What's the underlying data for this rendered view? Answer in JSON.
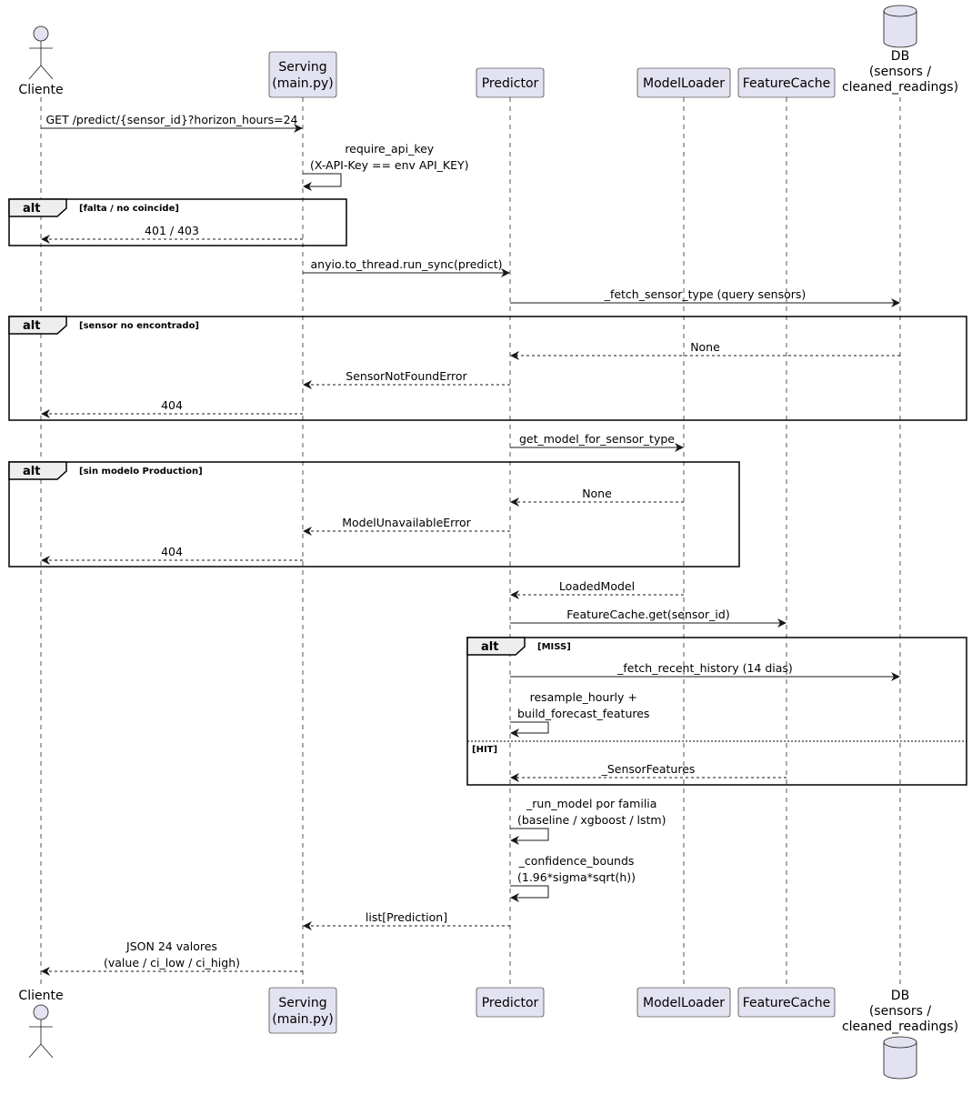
{
  "participants": [
    {
      "id": "cliente",
      "kind": "actor",
      "lines": [
        "Cliente"
      ]
    },
    {
      "id": "serving",
      "kind": "box",
      "lines": [
        "Serving",
        "(main.py)"
      ]
    },
    {
      "id": "predictor",
      "kind": "box",
      "lines": [
        "Predictor"
      ]
    },
    {
      "id": "modelloader",
      "kind": "box",
      "lines": [
        "ModelLoader"
      ]
    },
    {
      "id": "featurecache",
      "kind": "box",
      "lines": [
        "FeatureCache"
      ]
    },
    {
      "id": "db",
      "kind": "database",
      "lines": [
        "DB",
        "(sensors /",
        "cleaned_readings)"
      ]
    }
  ],
  "messages": [
    {
      "from": "cliente",
      "to": "serving",
      "style": "solid",
      "lines": [
        "GET /predict/{sensor_id}?horizon_hours=24"
      ]
    },
    {
      "from": "serving",
      "to": "serving",
      "style": "solid",
      "lines": [
        "require_api_key",
        "(X-API-Key == env API_KEY)"
      ]
    },
    {
      "from": "serving",
      "to": "cliente",
      "style": "dashed",
      "lines": [
        "401 / 403"
      ]
    },
    {
      "from": "serving",
      "to": "predictor",
      "style": "solid",
      "lines": [
        "anyio.to_thread.run_sync(predict)"
      ]
    },
    {
      "from": "predictor",
      "to": "db",
      "style": "solid",
      "lines": [
        "_fetch_sensor_type (query sensors)"
      ]
    },
    {
      "from": "db",
      "to": "predictor",
      "style": "dashed",
      "lines": [
        "None"
      ]
    },
    {
      "from": "predictor",
      "to": "serving",
      "style": "dashed",
      "lines": [
        "SensorNotFoundError"
      ]
    },
    {
      "from": "serving",
      "to": "cliente",
      "style": "dashed",
      "lines": [
        "404"
      ]
    },
    {
      "from": "predictor",
      "to": "modelloader",
      "style": "solid",
      "lines": [
        "get_model_for_sensor_type"
      ]
    },
    {
      "from": "modelloader",
      "to": "predictor",
      "style": "dashed",
      "lines": [
        "None"
      ]
    },
    {
      "from": "predictor",
      "to": "serving",
      "style": "dashed",
      "lines": [
        "ModelUnavailableError"
      ]
    },
    {
      "from": "serving",
      "to": "cliente",
      "style": "dashed",
      "lines": [
        "404"
      ]
    },
    {
      "from": "modelloader",
      "to": "predictor",
      "style": "dashed",
      "lines": [
        "LoadedModel"
      ]
    },
    {
      "from": "predictor",
      "to": "featurecache",
      "style": "solid",
      "lines": [
        "FeatureCache.get(sensor_id)"
      ]
    },
    {
      "from": "predictor",
      "to": "db",
      "style": "solid",
      "lines": [
        "_fetch_recent_history (14 dias)"
      ]
    },
    {
      "from": "predictor",
      "to": "predictor",
      "style": "solid",
      "lines": [
        "resample_hourly +",
        "build_forecast_features"
      ]
    },
    {
      "from": "featurecache",
      "to": "predictor",
      "style": "dashed",
      "lines": [
        "_SensorFeatures"
      ]
    },
    {
      "from": "predictor",
      "to": "predictor",
      "style": "solid",
      "lines": [
        "_run_model por familia",
        "(baseline / xgboost / lstm)"
      ]
    },
    {
      "from": "predictor",
      "to": "predictor",
      "style": "solid",
      "lines": [
        "_confidence_bounds",
        "(1.96*sigma*sqrt(h))"
      ]
    },
    {
      "from": "predictor",
      "to": "serving",
      "style": "dashed",
      "lines": [
        "list[Prediction]"
      ]
    },
    {
      "from": "serving",
      "to": "cliente",
      "style": "dashed",
      "lines": [
        "JSON 24 valores",
        "(value / ci_low / ci_high)"
      ]
    }
  ],
  "fragments": [
    {
      "operator": "alt",
      "guard": "[falta / no coincide]",
      "else_guard": ""
    },
    {
      "operator": "alt",
      "guard": "[sensor no encontrado]",
      "else_guard": ""
    },
    {
      "operator": "alt",
      "guard": "[sin modelo Production]",
      "else_guard": ""
    },
    {
      "operator": "alt",
      "guard": "[MISS]",
      "else_guard": "[HIT]"
    }
  ],
  "colors": {
    "participant_fill": "#E2E2F0",
    "border": "#181818",
    "fragment_tab": "#EEEEEE"
  }
}
